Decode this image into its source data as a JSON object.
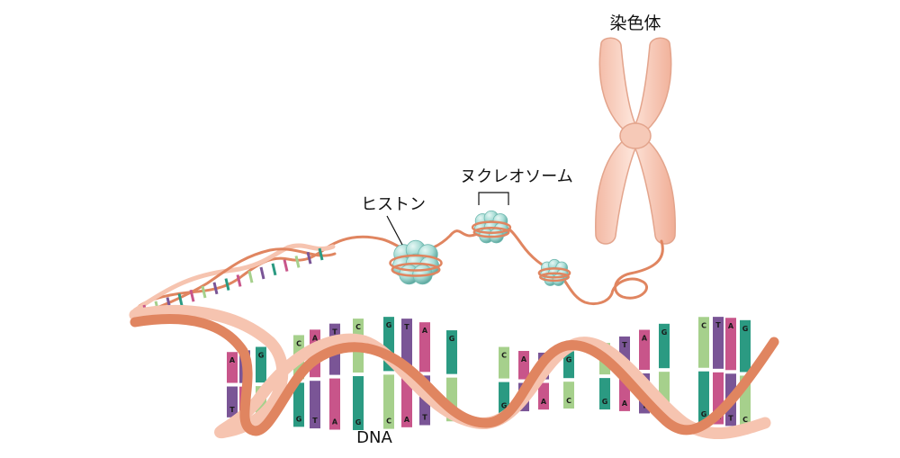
{
  "labels": {
    "chromosome": "染色体",
    "nucleosome": "ヌクレオソーム",
    "histone": "ヒストン",
    "dna": "DNA"
  },
  "colors": {
    "backbone_dark": "#e08560",
    "backbone_light": "#f6c4b0",
    "chromosome_fill": "#f8cdbc",
    "chromosome_stroke": "#e6a48c",
    "histone_fill": "#a9ddd6",
    "histone_dark": "#6fb9b0",
    "base_A": "#c8558a",
    "base_T": "#7a5596",
    "base_C": "#a6d08c",
    "base_G": "#2b9a82"
  },
  "base_letters": [
    "A",
    "T",
    "C",
    "G"
  ]
}
